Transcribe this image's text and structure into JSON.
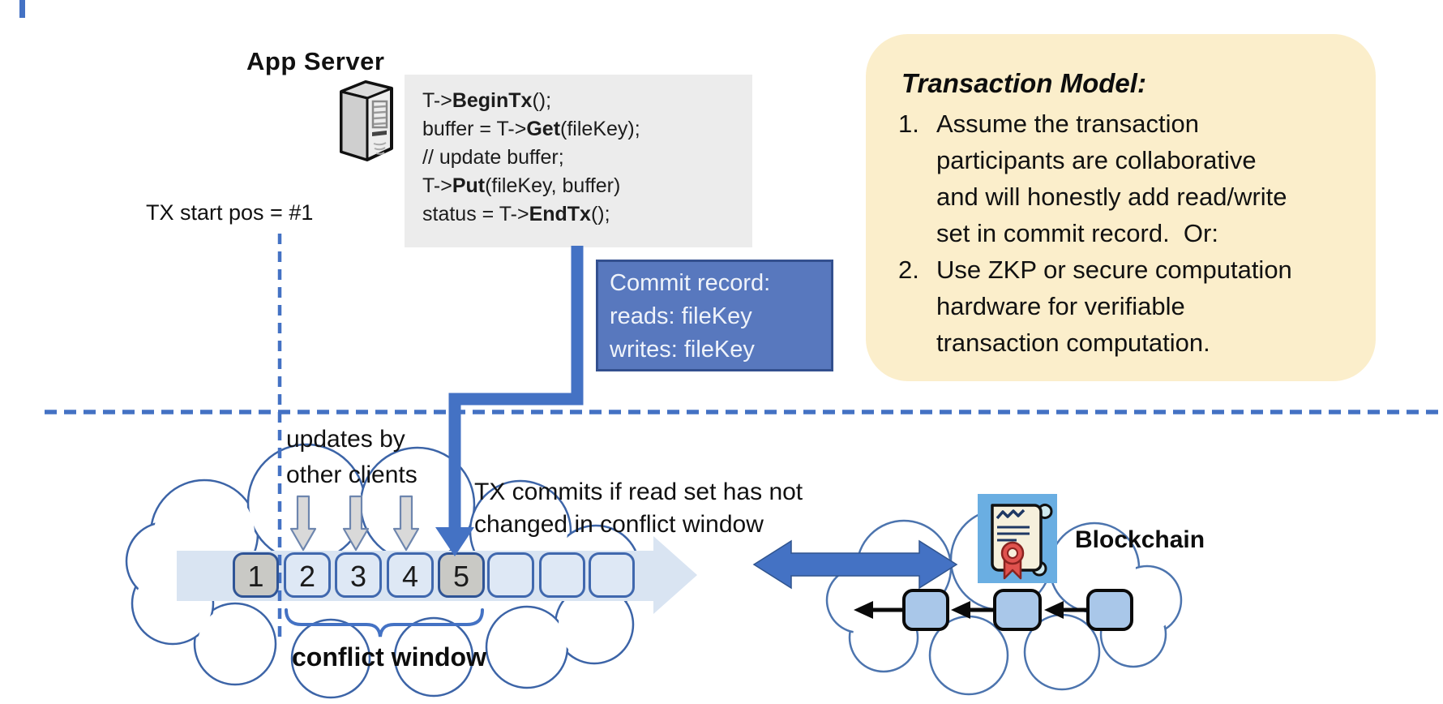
{
  "app_server": {
    "title": "App Server"
  },
  "code_block": {
    "lines": [
      {
        "segments": [
          {
            "text": "T->",
            "bold": false
          },
          {
            "text": "BeginTx",
            "bold": true
          },
          {
            "text": "();",
            "bold": false
          }
        ]
      },
      {
        "segments": [
          {
            "text": "buffer = T->",
            "bold": false
          },
          {
            "text": "Get",
            "bold": true
          },
          {
            "text": "(fileKey);",
            "bold": false
          }
        ]
      },
      {
        "segments": [
          {
            "text": "// update buffer;",
            "bold": false
          }
        ]
      },
      {
        "segments": [
          {
            "text": "T->",
            "bold": false
          },
          {
            "text": "Put",
            "bold": true
          },
          {
            "text": "(fileKey, buffer)",
            "bold": false
          }
        ]
      },
      {
        "segments": [
          {
            "text": "status = T->",
            "bold": false
          },
          {
            "text": "EndTx",
            "bold": true
          },
          {
            "text": "();",
            "bold": false
          }
        ]
      }
    ]
  },
  "tx_start_label": "TX start pos = #1",
  "commit_record": {
    "lines": [
      "Commit record:",
      "reads: fileKey",
      "writes: fileKey"
    ]
  },
  "transaction_model": {
    "title": "Transaction Model:",
    "items": [
      {
        "num": "1.",
        "lines": [
          "Assume the transaction",
          "participants are collaborative",
          "and will honestly add read/write",
          "set in commit record.  Or:"
        ]
      },
      {
        "num": "2.",
        "lines": [
          "Use ZKP or secure computation",
          "hardware for verifiable",
          "transaction computation."
        ]
      }
    ]
  },
  "labels": {
    "updates_by": [
      "updates by",
      "other clients"
    ],
    "tx_commits": [
      "TX commits if read set has not",
      "changed in conflict window"
    ],
    "conflict_window": "conflict window",
    "blockchain": "Blockchain"
  },
  "timeline": {
    "slots": [
      {
        "label": "1",
        "shaded": true
      },
      {
        "label": "2",
        "shaded": false
      },
      {
        "label": "3",
        "shaded": false
      },
      {
        "label": "4",
        "shaded": false
      },
      {
        "label": "5",
        "shaded": true
      },
      {
        "label": "",
        "shaded": false
      },
      {
        "label": "",
        "shaded": false
      },
      {
        "label": "",
        "shaded": false
      }
    ]
  },
  "colors": {
    "accent_blue": "#4472C4",
    "commit_fill": "#5878BE",
    "commit_border": "#33508F",
    "note_bg": "#FBEECB",
    "code_bg": "#ECECEC",
    "slot_light": "#DEE8F5",
    "slot_shaded": "#C9C9C5",
    "slot_border_dark": "#2F5496",
    "band_fill": "#D9E4F2",
    "cloud_stroke": "#3C64A7",
    "block_fill": "#A9C7E9",
    "gray_arrow_fill": "#D9D9D9"
  }
}
